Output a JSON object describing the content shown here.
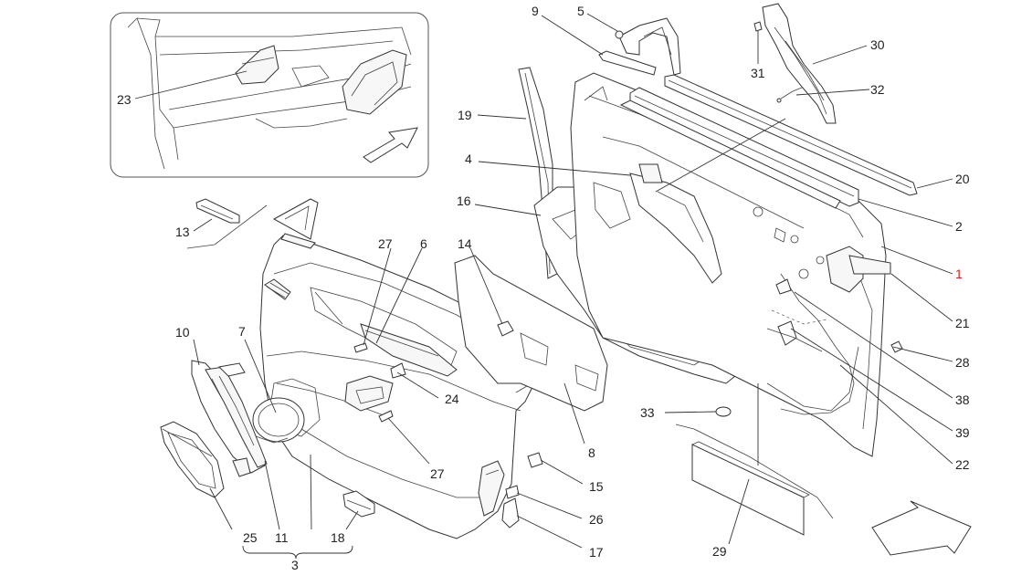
{
  "diagram": {
    "callouts": [
      {
        "id": "1",
        "text": "1",
        "highlight": true
      },
      {
        "id": "2",
        "text": "2"
      },
      {
        "id": "3",
        "text": "3"
      },
      {
        "id": "4",
        "text": "4"
      },
      {
        "id": "5",
        "text": "5"
      },
      {
        "id": "6",
        "text": "6"
      },
      {
        "id": "7",
        "text": "7"
      },
      {
        "id": "8",
        "text": "8"
      },
      {
        "id": "9",
        "text": "9"
      },
      {
        "id": "10",
        "text": "10"
      },
      {
        "id": "11",
        "text": "11"
      },
      {
        "id": "13",
        "text": "13"
      },
      {
        "id": "14",
        "text": "14"
      },
      {
        "id": "15",
        "text": "15"
      },
      {
        "id": "16",
        "text": "16"
      },
      {
        "id": "17",
        "text": "17"
      },
      {
        "id": "18",
        "text": "18"
      },
      {
        "id": "19",
        "text": "19"
      },
      {
        "id": "20",
        "text": "20"
      },
      {
        "id": "21",
        "text": "21"
      },
      {
        "id": "22",
        "text": "22"
      },
      {
        "id": "23",
        "text": "23"
      },
      {
        "id": "24",
        "text": "24"
      },
      {
        "id": "25",
        "text": "25"
      },
      {
        "id": "26",
        "text": "26"
      },
      {
        "id": "27a",
        "text": "27"
      },
      {
        "id": "27b",
        "text": "27"
      },
      {
        "id": "28",
        "text": "28"
      },
      {
        "id": "29",
        "text": "29"
      },
      {
        "id": "30",
        "text": "30"
      },
      {
        "id": "31",
        "text": "31"
      },
      {
        "id": "32",
        "text": "32"
      },
      {
        "id": "33",
        "text": "33"
      },
      {
        "id": "38",
        "text": "38"
      },
      {
        "id": "39",
        "text": "39"
      }
    ],
    "colors": {
      "line": "#333333",
      "highlight": "#e0191b",
      "background": "#ffffff"
    }
  }
}
